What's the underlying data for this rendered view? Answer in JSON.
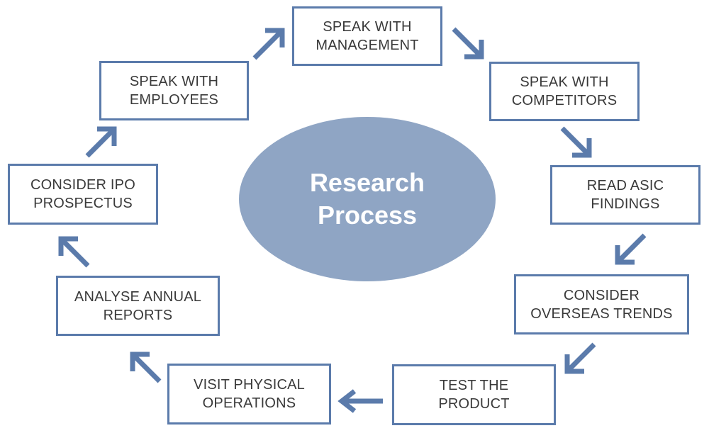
{
  "center": {
    "title": "Research\nProcess"
  },
  "steps": [
    {
      "label": "SPEAK WITH\nMANAGEMENT"
    },
    {
      "label": "SPEAK WITH\nCOMPETITORS"
    },
    {
      "label": "READ ASIC\nFINDINGS"
    },
    {
      "label": "CONSIDER\nOVERSEAS TRENDS"
    },
    {
      "label": "TEST THE\nPRODUCT"
    },
    {
      "label": "VISIT PHYSICAL\nOPERATIONS"
    },
    {
      "label": "ANALYSE ANNUAL\nREPORTS"
    },
    {
      "label": "CONSIDER IPO\nPROSPECTUS"
    },
    {
      "label": "SPEAK WITH\nEMPLOYEES"
    }
  ],
  "colors": {
    "border": "#5b7bab",
    "arrow": "#5b7bab",
    "ellipse_fill": "#8fa5c4",
    "center_text": "#ffffff",
    "step_text": "#3a3a3a",
    "background": "#ffffff"
  }
}
